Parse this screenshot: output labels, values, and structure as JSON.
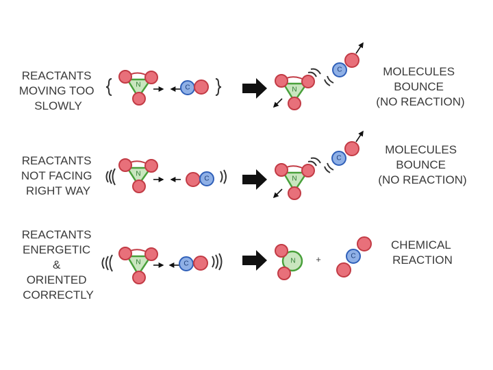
{
  "rows": [
    {
      "condition_lines": [
        "REACTANTS",
        "MOVING TOO",
        "SLOWLY"
      ],
      "result_lines": [
        "MOLECULES",
        "BOUNCE",
        "(NO REACTION)"
      ]
    },
    {
      "condition_lines": [
        "REACTANTS",
        "NOT FACING",
        "RIGHT WAY"
      ],
      "result_lines": [
        "MOLECULES",
        "BOUNCE",
        "(NO REACTION)"
      ]
    },
    {
      "condition_lines": [
        "REACTANTS",
        "ENERGETIC",
        "&",
        "ORIENTED",
        "CORRECTLY"
      ],
      "result_lines": [
        "CHEMICAL",
        "REACTION"
      ]
    }
  ],
  "atoms": {
    "nitrogen": "N",
    "carbon": "C"
  },
  "plus_sign": "+",
  "colors": {
    "oxygen_fill": "#e8707a",
    "oxygen_stroke": "#c23b45",
    "carbon_fill": "#8fb0e6",
    "carbon_stroke": "#2f5fb8",
    "nitrogen_fill": "#c9e6bf",
    "nitrogen_stroke": "#49a03b",
    "arrow": "#111111"
  }
}
